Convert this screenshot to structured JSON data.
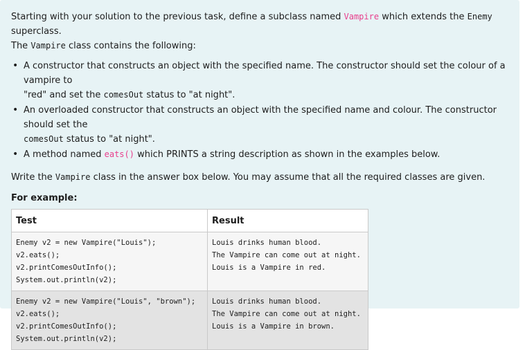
{
  "intro": {
    "p1": "Starting with your solution to the previous task, define a subclass named ",
    "p1_code": "Vampire",
    "p1_mid": " which extends the ",
    "p1_code2": "Enemy",
    "p1_end": " superclass.",
    "p2_pre": "The ",
    "p2_code": "Vampire",
    "p2_end": " class contains the following:"
  },
  "bullets": {
    "b1_line1": "A constructor that constructs an object with the specified name. The constructor should set the colour of a vampire to",
    "b1_line2_pre": "\"red\" and set the ",
    "b1_line2_code": "comesOut",
    "b1_line2_end": " status to \"at night\".",
    "b2_line1": "An overloaded constructor that constructs an object with the specified name and colour. The constructor should set the",
    "b2_line2_code": "comesOut",
    "b2_line2_end": " status to \"at night\".",
    "b3_pre": "A method named ",
    "b3_code": "eats()",
    "b3_end": " which PRINTS a string description as shown in the examples below."
  },
  "write": {
    "pre": "Write the ",
    "code": "Vampire",
    "end": " class in the answer box below. You may assume that all the required classes are given."
  },
  "for_example": "For example:",
  "table": {
    "headers": [
      "Test",
      "Result"
    ],
    "rows": [
      {
        "test": [
          "Enemy v2 = new Vampire(\"Louis\");",
          "v2.eats();",
          "v2.printComesOutInfo();",
          "System.out.println(v2);"
        ],
        "result": [
          "Louis drinks human blood.",
          "The Vampire can come out at night.",
          "Louis is a Vampire in red."
        ]
      },
      {
        "test": [
          "Enemy v2 = new Vampire(\"Louis\", \"brown\");",
          "v2.eats();",
          "v2.printComesOutInfo();",
          "System.out.println(v2);"
        ],
        "result": [
          "Louis drinks human blood.",
          "The Vampire can come out at night.",
          "Louis is a Vampire in brown."
        ]
      }
    ]
  }
}
